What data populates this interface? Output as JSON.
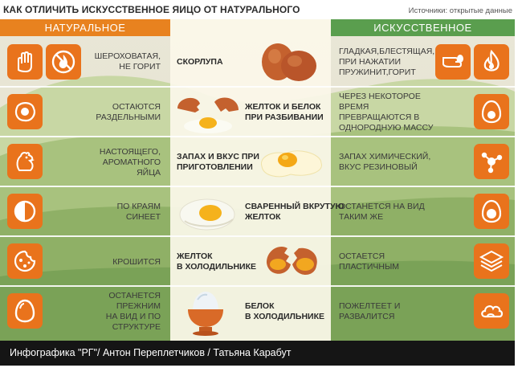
{
  "title": "КАК ОТЛИЧИТЬ ИСКУССТВЕННОЕ ЯИЦО ОТ НАТУРАЛЬНОГО",
  "sources": "Источники: открытые данные",
  "columns": {
    "natural": "НАТУРАЛЬНОЕ",
    "artificial": "ИСКУССТВЕННОЕ"
  },
  "colors": {
    "natural_header": "#e8821f",
    "artificial_header": "#5a9e4e",
    "icon_orange": "#e9731c",
    "middle_stripe": "#fbf7ea"
  },
  "rows": [
    {
      "natural": "ШЕРОХОВАТАЯ,\nНЕ ГОРИТ",
      "criterion": "СКОРЛУПА",
      "artificial": "ГЛАДКАЯ,БЛЕСТЯЩАЯ,\nПРИ НАЖАТИИ\nПРУЖИНИТ,ГОРИТ",
      "natural_icons": [
        "hand-touch-icon",
        "no-fire-icon"
      ],
      "artificial_icons": [
        "hand-press-icon",
        "fire-icon"
      ],
      "picture": "whole-eggs-image"
    },
    {
      "natural": "ОСТАЮТСЯ\nРАЗДЕЛЬНЫМИ",
      "criterion": "ЖЕЛТОК И БЕЛОК\nПРИ РАЗБИВАНИИ",
      "artificial": "ЧЕРЕЗ НЕКОТОРОЕ ВРЕМЯ\nПРЕВРАЩАЮТСЯ В\nОДНОРОДНУЮ МАССУ",
      "natural_icons": [
        "separated-yolk-icon"
      ],
      "artificial_icons": [
        "mixed-egg-icon"
      ],
      "picture": "broken-egg-image"
    },
    {
      "natural": "НАСТОЯЩЕГО,\nАРОМАТНОГО ЯЙЦА",
      "criterion": "ЗАПАХ И ВКУС ПРИ\nПРИГОТОВЛЕНИИ",
      "artificial": "ЗАПАХ ХИМИЧЕСКИЙ,\nВКУС РЕЗИНОВЫЙ",
      "natural_icons": [
        "chicken-icon"
      ],
      "artificial_icons": [
        "molecule-icon"
      ],
      "picture": "fried-egg-image"
    },
    {
      "natural": "ПО КРАЯМ\nСИНЕЕТ",
      "criterion": "СВАРЕННЫЙ ВКРУТУЮ\nЖЕЛТОК",
      "artificial": "ОСТАНЕТСЯ НА ВИД\nТАКИМ ЖЕ",
      "natural_icons": [
        "half-circle-icon"
      ],
      "artificial_icons": [
        "boiled-egg-icon"
      ],
      "picture": "boiled-egg-image"
    },
    {
      "natural": "КРОШИТСЯ",
      "criterion": "ЖЕЛТОК\nВ ХОЛОДИЛЬНИКЕ",
      "artificial": "ОСТАЕТСЯ\nПЛАСТИЧНЫМ",
      "natural_icons": [
        "cookie-icon"
      ],
      "artificial_icons": [
        "layers-icon"
      ],
      "picture": "cracked-egg-image"
    },
    {
      "natural": "ОСТАНЕТСЯ ПРЕЖНИМ\nНА ВИД И ПО СТРУКТУРЕ",
      "criterion": "БЕЛОК\nВ ХОЛОДИЛЬНИКЕ",
      "artificial": "ПОЖЕЛТЕЕТ И\nРАЗВАЛИТСЯ",
      "natural_icons": [
        "egg-icon"
      ],
      "artificial_icons": [
        "cloud-icon"
      ],
      "picture": "egg-in-cup-image"
    }
  ],
  "credits": "Инфографика \"РГ\"/ Антон Переплетчиков / Татьяна Карабут"
}
